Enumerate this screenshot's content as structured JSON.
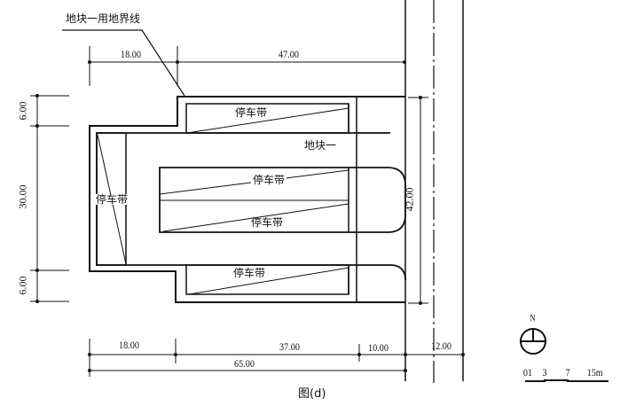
{
  "title": "地块一用地界线",
  "caption": "图(d)",
  "parcel_label": "地块一",
  "parking_labels": [
    "停车带",
    "停车带",
    "停车带",
    "停车带",
    "停车带"
  ],
  "dimensions": {
    "top": [
      "18.00",
      "47.00"
    ],
    "left": [
      "6.00",
      "30.00",
      "6.00"
    ],
    "right": "42.00",
    "bottom": [
      "18.00",
      "37.00",
      "10.00",
      "12.00"
    ],
    "bottom_total": "65.00"
  },
  "north_label": "N",
  "scale_bar": {
    "labels": [
      "01",
      "3",
      "7",
      "15m"
    ]
  }
}
